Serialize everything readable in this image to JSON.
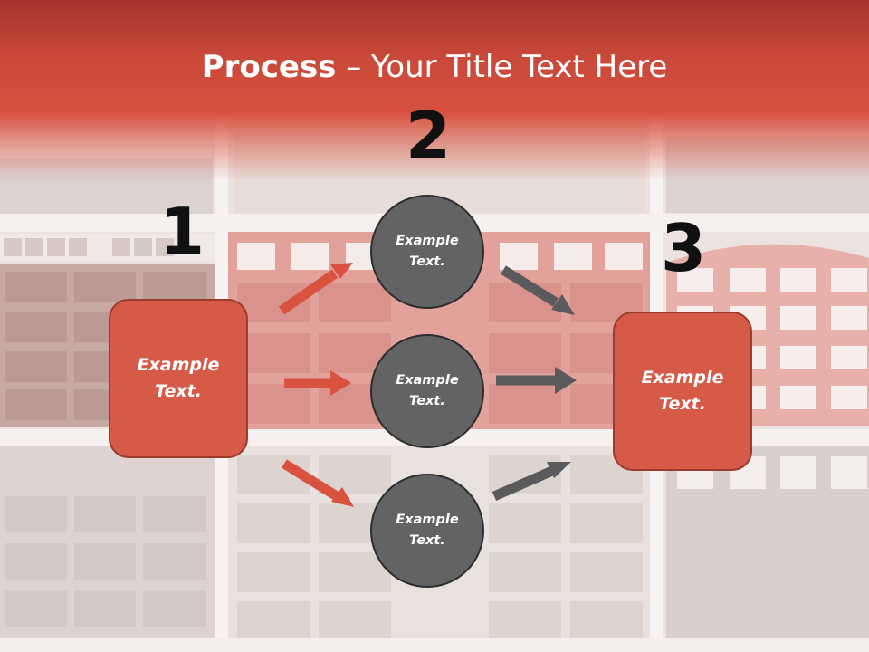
{
  "slide": {
    "title_strong": "Process",
    "title_rest": " – Your Title Text Here"
  },
  "steps": {
    "one": "1",
    "two": "2",
    "three": "3"
  },
  "nodes": {
    "left_box": "Example Text.",
    "circle_top": "Example Text.",
    "circle_middle": "Example Text.",
    "circle_bottom": "Example Text.",
    "right_box": "Example Text."
  },
  "colors": {
    "header_red": "#d8513f",
    "box_red": "#d65a48",
    "circle_gray": "#636363",
    "arrow_red": "#d9523f",
    "arrow_gray": "#5a5a5a"
  }
}
